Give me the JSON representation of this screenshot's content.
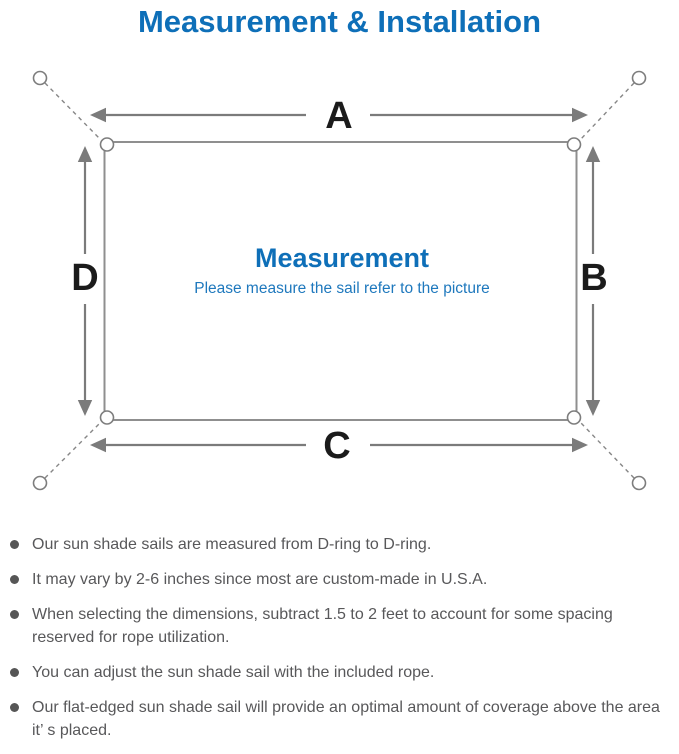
{
  "header": {
    "title": "Measurement & Installation"
  },
  "diagram": {
    "labels": {
      "top": "A",
      "right": "B",
      "bottom": "C",
      "left": "D"
    },
    "center_title": "Measurement",
    "center_subtitle": "Please measure the sail refer to the picture"
  },
  "notes": {
    "items": [
      {
        "text": "Our sun shade sails are measured from D-ring to D-ring."
      },
      {
        "text": "It may vary by 2-6 inches since most are custom-made in U.S.A."
      },
      {
        "text": "When selecting the dimensions, subtract 1.5 to 2 feet to account for some spacing reserved for rope utilization."
      },
      {
        "text": "You can adjust the sun shade sail with the included rope."
      },
      {
        "text": "Our flat-edged sun shade sail will provide an optimal amount of coverage above the area it’ s placed."
      }
    ]
  },
  "colors": {
    "accent_blue": "#0e6fb8",
    "subtitle_blue": "#1e78bd",
    "line_gray": "#7b7b7b",
    "border_gray": "#8f8f8f",
    "text_gray": "#58585a"
  }
}
